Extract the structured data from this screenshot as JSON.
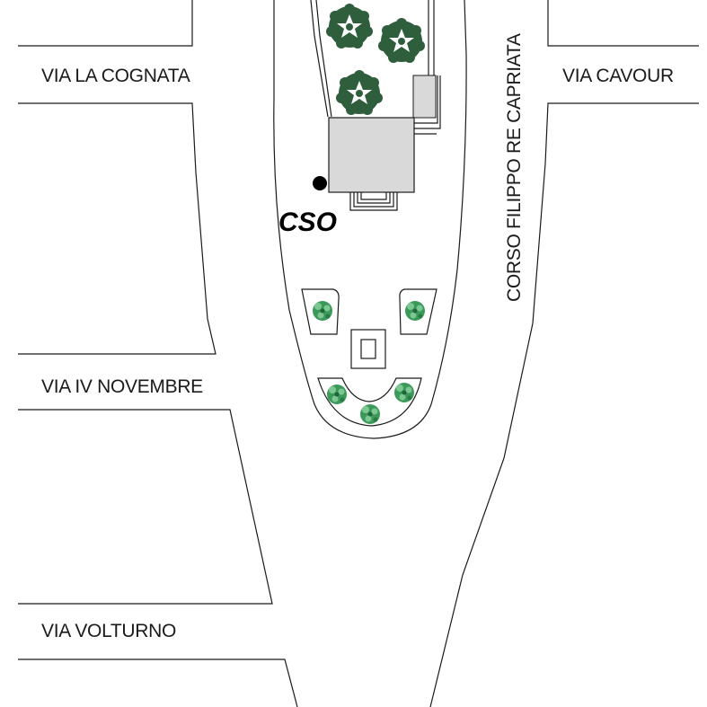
{
  "streets": {
    "via_la_cognata": "VIA LA COGNATA",
    "via_cavour": "VIA CAVOUR",
    "corso": "CORSO FILIPPO RE CAPRIATA",
    "via_iv_novembre": "VIA IV NOVEMBRE",
    "via_volturno": "VIA VOLTURNO"
  },
  "marker": {
    "label": "CSO"
  },
  "colors": {
    "building": "#d9d9d9",
    "tree_dark": "#2e5e3c",
    "shrub": "#3b9a5a",
    "marker": "#000000"
  },
  "icons": {
    "tree": "tree-icon",
    "shrub": "shrub-icon",
    "location": "location-dot-icon"
  }
}
